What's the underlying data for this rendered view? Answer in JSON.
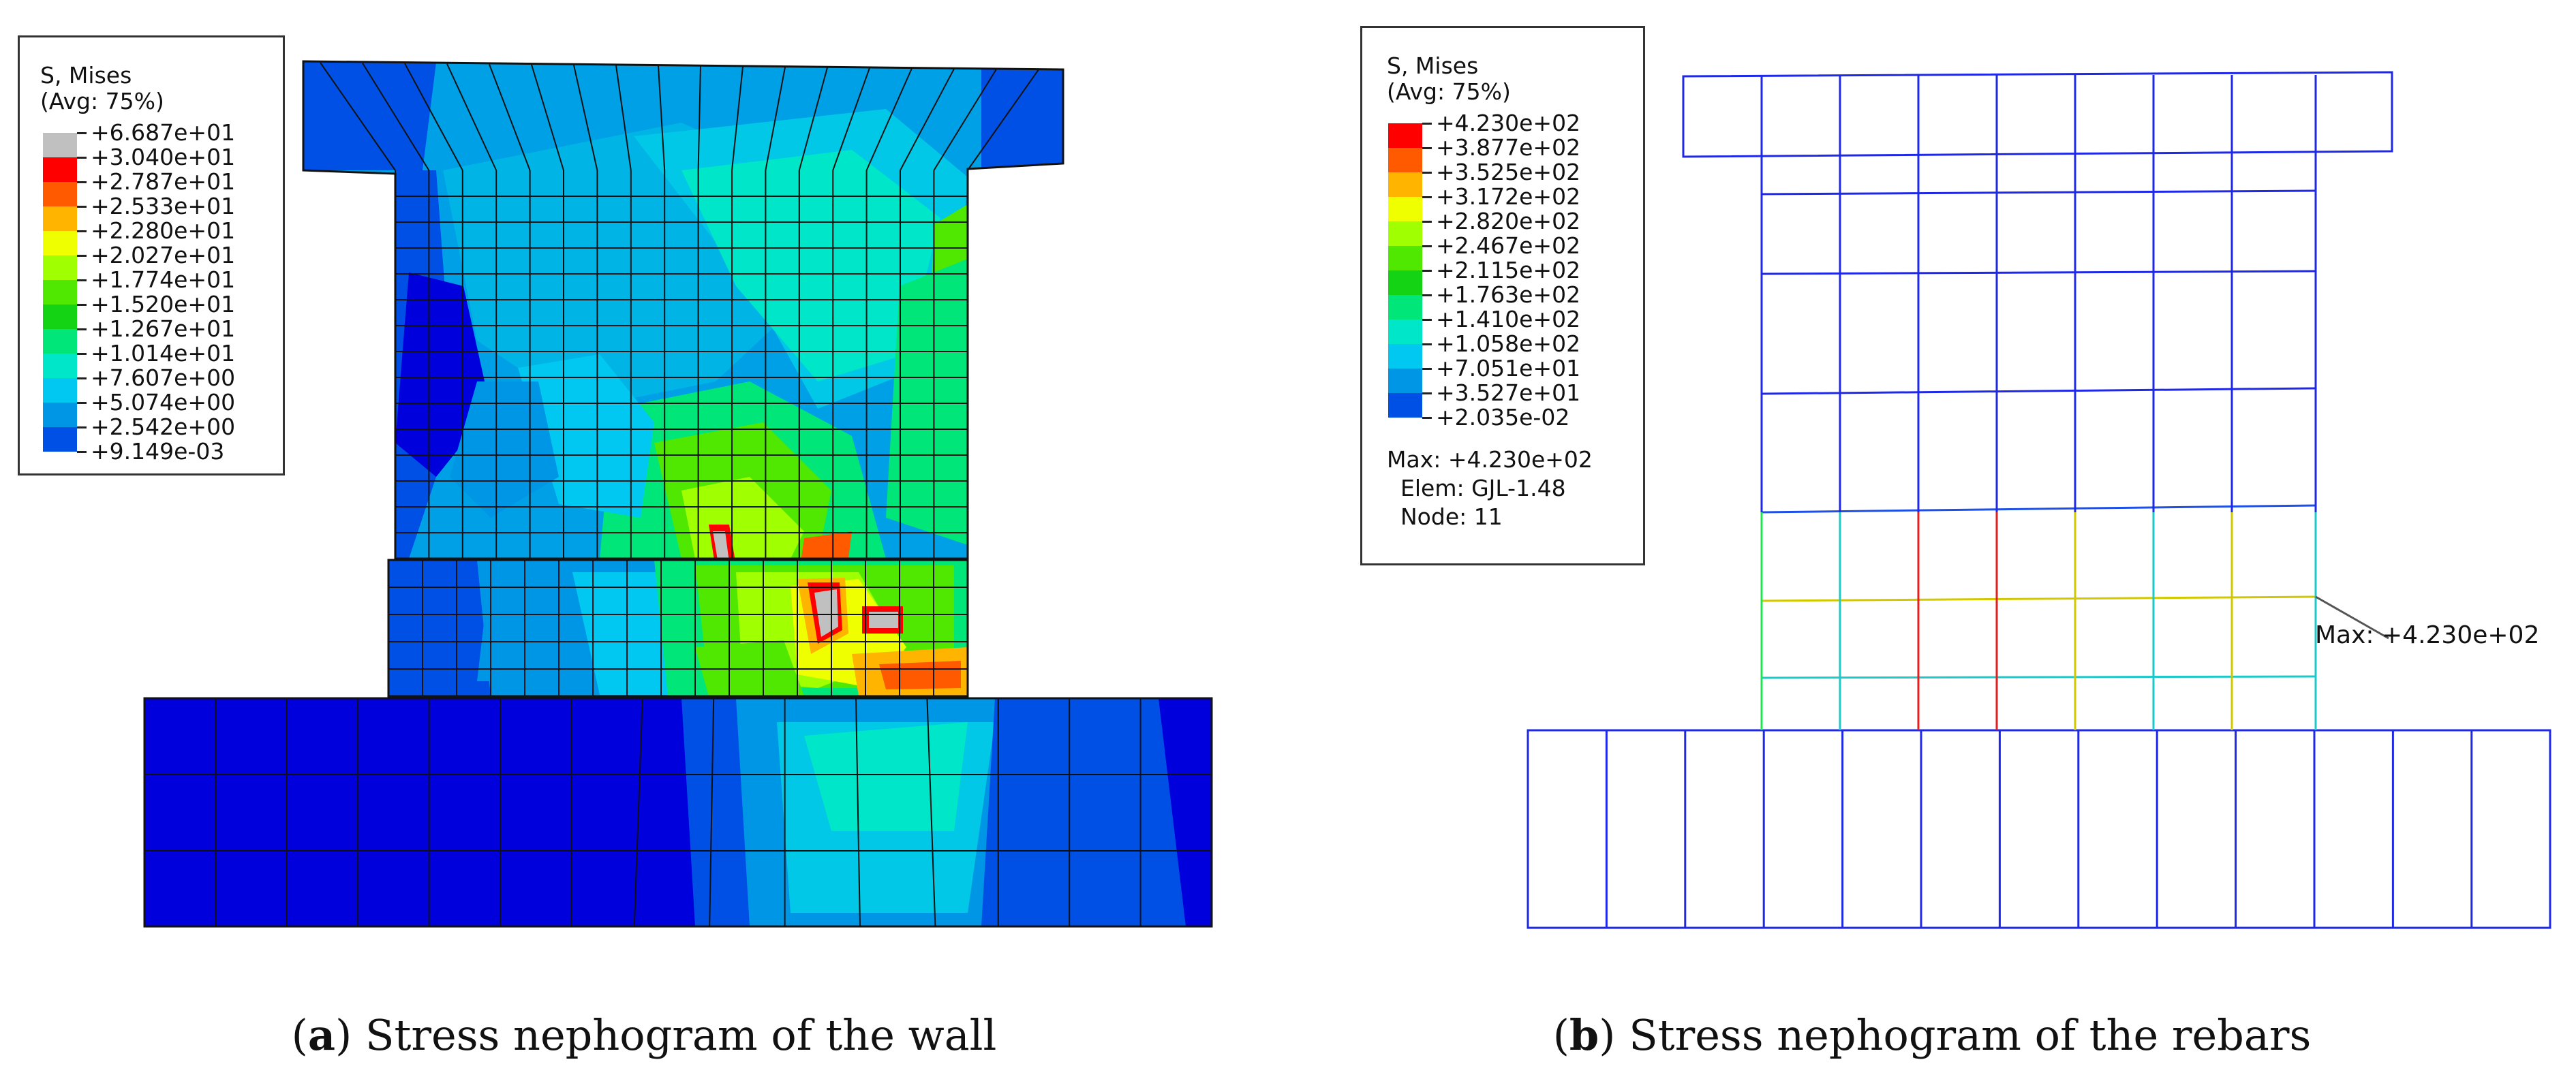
{
  "panel_a": {
    "legend": {
      "title_line1": "S, Mises",
      "title_line2": "(Avg: 75%)",
      "levels": [
        "+6.687e+01",
        "+3.040e+01",
        "+2.787e+01",
        "+2.533e+01",
        "+2.280e+01",
        "+2.027e+01",
        "+1.774e+01",
        "+1.520e+01",
        "+1.267e+01",
        "+1.014e+01",
        "+7.607e+00",
        "+5.074e+00",
        "+2.542e+00",
        "+9.149e-03"
      ],
      "colors": [
        "#c0c0c0",
        "#ff0000",
        "#ff5a00",
        "#ffb400",
        "#f0ff00",
        "#a0ff00",
        "#50e800",
        "#14d214",
        "#00e678",
        "#00e6c8",
        "#00c8f0",
        "#0096e6",
        "#0050e6",
        "#0000dc"
      ]
    },
    "caption_letter": "a",
    "caption_text": " Stress nephogram of the wall"
  },
  "panel_b": {
    "legend": {
      "title_line1": "S, Mises",
      "title_line2": "(Avg: 75%)",
      "levels": [
        "+4.230e+02",
        "+3.877e+02",
        "+3.525e+02",
        "+3.172e+02",
        "+2.820e+02",
        "+2.467e+02",
        "+2.115e+02",
        "+1.763e+02",
        "+1.410e+02",
        "+1.058e+02",
        "+7.051e+01",
        "+3.527e+01",
        "+2.035e-02"
      ],
      "colors": [
        "#ff0000",
        "#ff5a00",
        "#ffb400",
        "#f0ff00",
        "#a0ff00",
        "#50e800",
        "#14d214",
        "#00e678",
        "#00e6c8",
        "#00c8f0",
        "#0096e6",
        "#0050e6",
        "#0000dc"
      ],
      "max_line": "Max: +4.230e+02",
      "elem_line": "Elem: GJL-1.48",
      "node_line": "Node: 11"
    },
    "max_annotation": "Max: +4.230e+02",
    "caption_letter": "b",
    "caption_text": " Stress nephogram of the rebars"
  }
}
